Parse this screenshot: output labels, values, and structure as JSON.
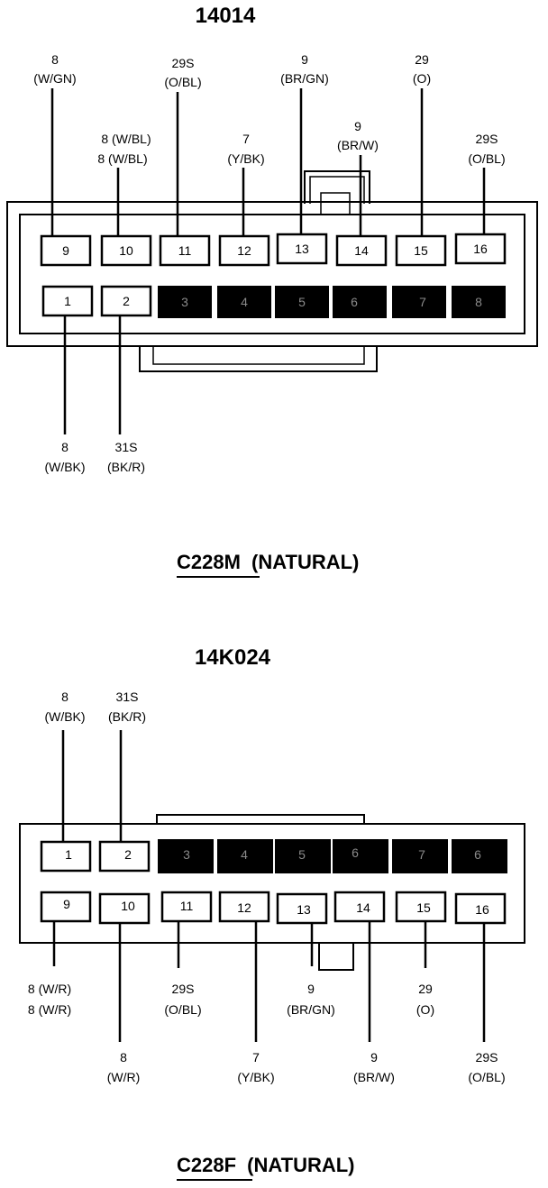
{
  "connectors": [
    {
      "part_number": "14014",
      "name": "C228M",
      "note": "(NATURAL)",
      "pins": [
        {
          "num": "1",
          "filled": false
        },
        {
          "num": "2",
          "filled": false
        },
        {
          "num": "3",
          "filled": true
        },
        {
          "num": "4",
          "filled": true
        },
        {
          "num": "5",
          "filled": true
        },
        {
          "num": "6",
          "filled": true
        },
        {
          "num": "7",
          "filled": true
        },
        {
          "num": "8",
          "filled": true
        },
        {
          "num": "9",
          "filled": false
        },
        {
          "num": "10",
          "filled": false
        },
        {
          "num": "11",
          "filled": false
        },
        {
          "num": "12",
          "filled": false
        },
        {
          "num": "13",
          "filled": false
        },
        {
          "num": "14",
          "filled": false
        },
        {
          "num": "15",
          "filled": false
        },
        {
          "num": "16",
          "filled": false
        }
      ],
      "wires": [
        {
          "pin": "9",
          "lines": [
            "8",
            "(W/GN)"
          ]
        },
        {
          "pin": "10",
          "lines": [
            "8 (W/BL)",
            "8  (W/BL)"
          ]
        },
        {
          "pin": "11",
          "lines": [
            "29S",
            "(O/BL)"
          ]
        },
        {
          "pin": "12",
          "lines": [
            "7",
            "(Y/BK)"
          ]
        },
        {
          "pin": "13",
          "lines": [
            "9",
            "(BR/GN)"
          ]
        },
        {
          "pin": "14",
          "lines": [
            "9",
            "(BR/W)"
          ]
        },
        {
          "pin": "15",
          "lines": [
            "29",
            "(O)"
          ]
        },
        {
          "pin": "16",
          "lines": [
            "29S",
            "(O/BL)"
          ]
        },
        {
          "pin": "1",
          "lines": [
            "8",
            "(W/BK)"
          ]
        },
        {
          "pin": "2",
          "lines": [
            "31S",
            "(BK/R)"
          ]
        }
      ]
    },
    {
      "part_number": "14K024",
      "name": "C228F",
      "note": "(NATURAL)",
      "pins": [
        {
          "num": "1",
          "filled": false
        },
        {
          "num": "2",
          "filled": false
        },
        {
          "num": "3",
          "filled": true
        },
        {
          "num": "4",
          "filled": true
        },
        {
          "num": "5",
          "filled": true
        },
        {
          "num": "6",
          "filled": true
        },
        {
          "num": "7",
          "filled": true
        },
        {
          "num": "6",
          "filled": true
        },
        {
          "num": "9",
          "filled": false
        },
        {
          "num": "10",
          "filled": false
        },
        {
          "num": "11",
          "filled": false
        },
        {
          "num": "12",
          "filled": false
        },
        {
          "num": "13",
          "filled": false
        },
        {
          "num": "14",
          "filled": false
        },
        {
          "num": "15",
          "filled": false
        },
        {
          "num": "16",
          "filled": false
        }
      ],
      "wires": [
        {
          "pin": "1",
          "lines": [
            "8",
            "(W/BK)"
          ]
        },
        {
          "pin": "2",
          "lines": [
            "31S",
            "(BK/R)"
          ]
        },
        {
          "pin": "9",
          "lines": [
            "8 (W/R)",
            "8 (W/R)"
          ]
        },
        {
          "pin": "10",
          "lines": [
            "8",
            "(W/R)"
          ]
        },
        {
          "pin": "11",
          "lines": [
            "29S",
            "(O/BL)"
          ]
        },
        {
          "pin": "12",
          "lines": [
            "7",
            "(Y/BK)"
          ]
        },
        {
          "pin": "13",
          "lines": [
            "9",
            "(BR/GN)"
          ]
        },
        {
          "pin": "14",
          "lines": [
            "9",
            "(BR/W)"
          ]
        },
        {
          "pin": "15",
          "lines": [
            "29",
            "(O)"
          ]
        },
        {
          "pin": "16",
          "lines": [
            "29S",
            "(O/BL)"
          ]
        }
      ]
    }
  ]
}
